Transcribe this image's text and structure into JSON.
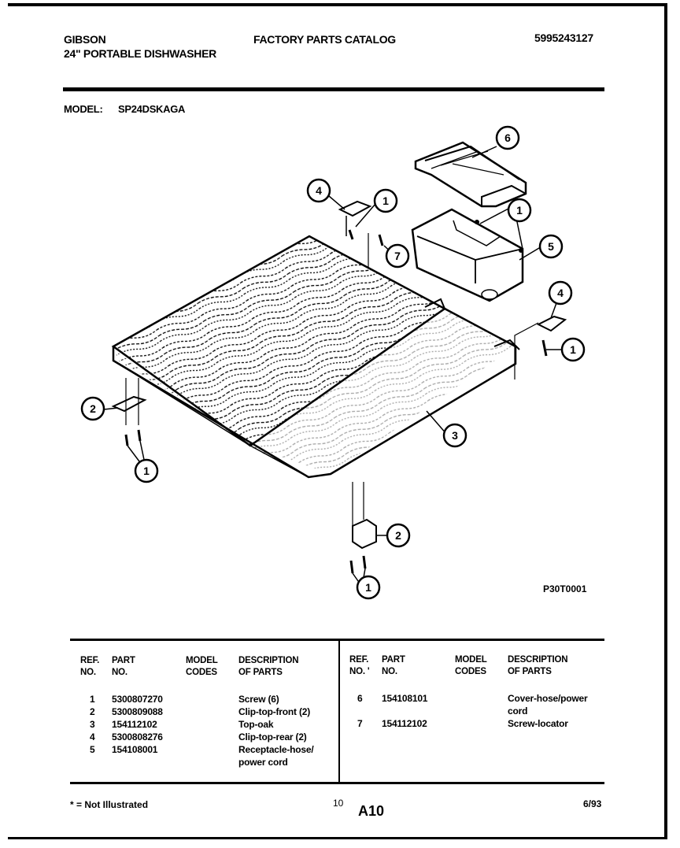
{
  "header": {
    "brand": "GIBSON",
    "product": "24\" PORTABLE DISHWASHER",
    "catalog_title": "FACTORY PARTS CATALOG",
    "catalog_number": "5995243127",
    "model_label": "MODEL:",
    "model_number": "SP24DSKAGA"
  },
  "diagram": {
    "callouts": [
      "6",
      "4",
      "1",
      "1",
      "7",
      "5",
      "4",
      "1",
      "2",
      "3",
      "1",
      "2",
      "1"
    ],
    "figure_id": "P30T0001"
  },
  "parts_table": {
    "headers_left": {
      "ref": [
        "REF.",
        "NO."
      ],
      "part": [
        "PART",
        "NO."
      ],
      "model": [
        "MODEL",
        "CODES"
      ],
      "desc": [
        "DESCRIPTION",
        "OF PARTS"
      ]
    },
    "headers_right": {
      "ref": [
        "REF.",
        "NO. '"
      ],
      "part": [
        "PART",
        "NO."
      ],
      "model": [
        "MODEL",
        "CODES"
      ],
      "desc": [
        "DESCRIPTION",
        "OF PARTS"
      ]
    },
    "left_rows": [
      {
        "ref": "1",
        "part": "5300807270",
        "desc": "Screw (6)"
      },
      {
        "ref": "2",
        "part": "5300809088",
        "desc": "Clip-top-front (2)"
      },
      {
        "ref": "3",
        "part": "154112102",
        "desc": "Top-oak"
      },
      {
        "ref": "4",
        "part": "5300808276",
        "desc": "Clip-top-rear (2)"
      },
      {
        "ref": "5",
        "part": "154108001",
        "desc": "Receptacle-hose/"
      },
      {
        "ref": "",
        "part": "",
        "desc": "power cord"
      }
    ],
    "right_rows": [
      {
        "ref": "6",
        "part": "154108101",
        "desc": "Cover-hose/power"
      },
      {
        "ref": "",
        "part": "",
        "desc": "cord"
      },
      {
        "ref": "7",
        "part": "154112102",
        "desc": "Screw-locator"
      }
    ]
  },
  "footer": {
    "note": "* = Not Illustrated",
    "page_number": "10",
    "section": "A10",
    "date": "6/93"
  }
}
